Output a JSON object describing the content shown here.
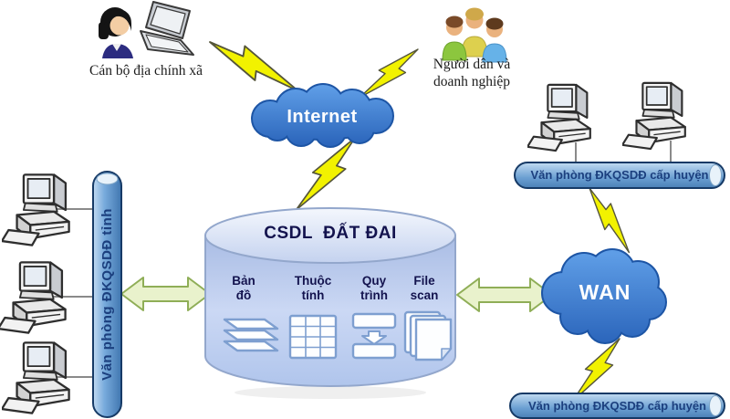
{
  "actors": {
    "commune_officer": {
      "label": "Cán bộ địa chính xã",
      "icon": "person-with-laptop-icon"
    },
    "citizens": {
      "line1": "Người dân và",
      "line2": "doanh nghiệp",
      "icon": "people-group-icon"
    }
  },
  "networks": {
    "internet": {
      "label": "Internet"
    },
    "wan": {
      "label": "WAN"
    }
  },
  "database": {
    "title": "CSDL  ĐẤT ĐAI",
    "components": [
      {
        "line1": "Bản",
        "line2": "đồ",
        "icon": "map-layers-icon"
      },
      {
        "line1": "Thuộc",
        "line2": "tính",
        "icon": "attribute-table-icon"
      },
      {
        "line1": "Quy",
        "line2": "trình",
        "icon": "workflow-icon"
      },
      {
        "line1": "File",
        "line2": "scan",
        "icon": "scanned-files-icon"
      }
    ]
  },
  "offices": {
    "province": {
      "label": "Văn phòng ĐKQSDĐ tỉnh"
    },
    "district_top": {
      "label": "Văn phòng ĐKQSDĐ cấp huyện"
    },
    "district_bottom": {
      "label": "Văn phòng ĐKQSDĐ cấp huyện"
    }
  },
  "colors": {
    "cloud_blue": "#3b7fd0",
    "bar_blue": "#6fa3d8",
    "database_fill": "#c9d7f3",
    "arrow_green": "#e9f2cc",
    "bolt_yellow": "#f2f200",
    "label_navy": "#1b3f7e",
    "title_navy": "#13134e"
  }
}
